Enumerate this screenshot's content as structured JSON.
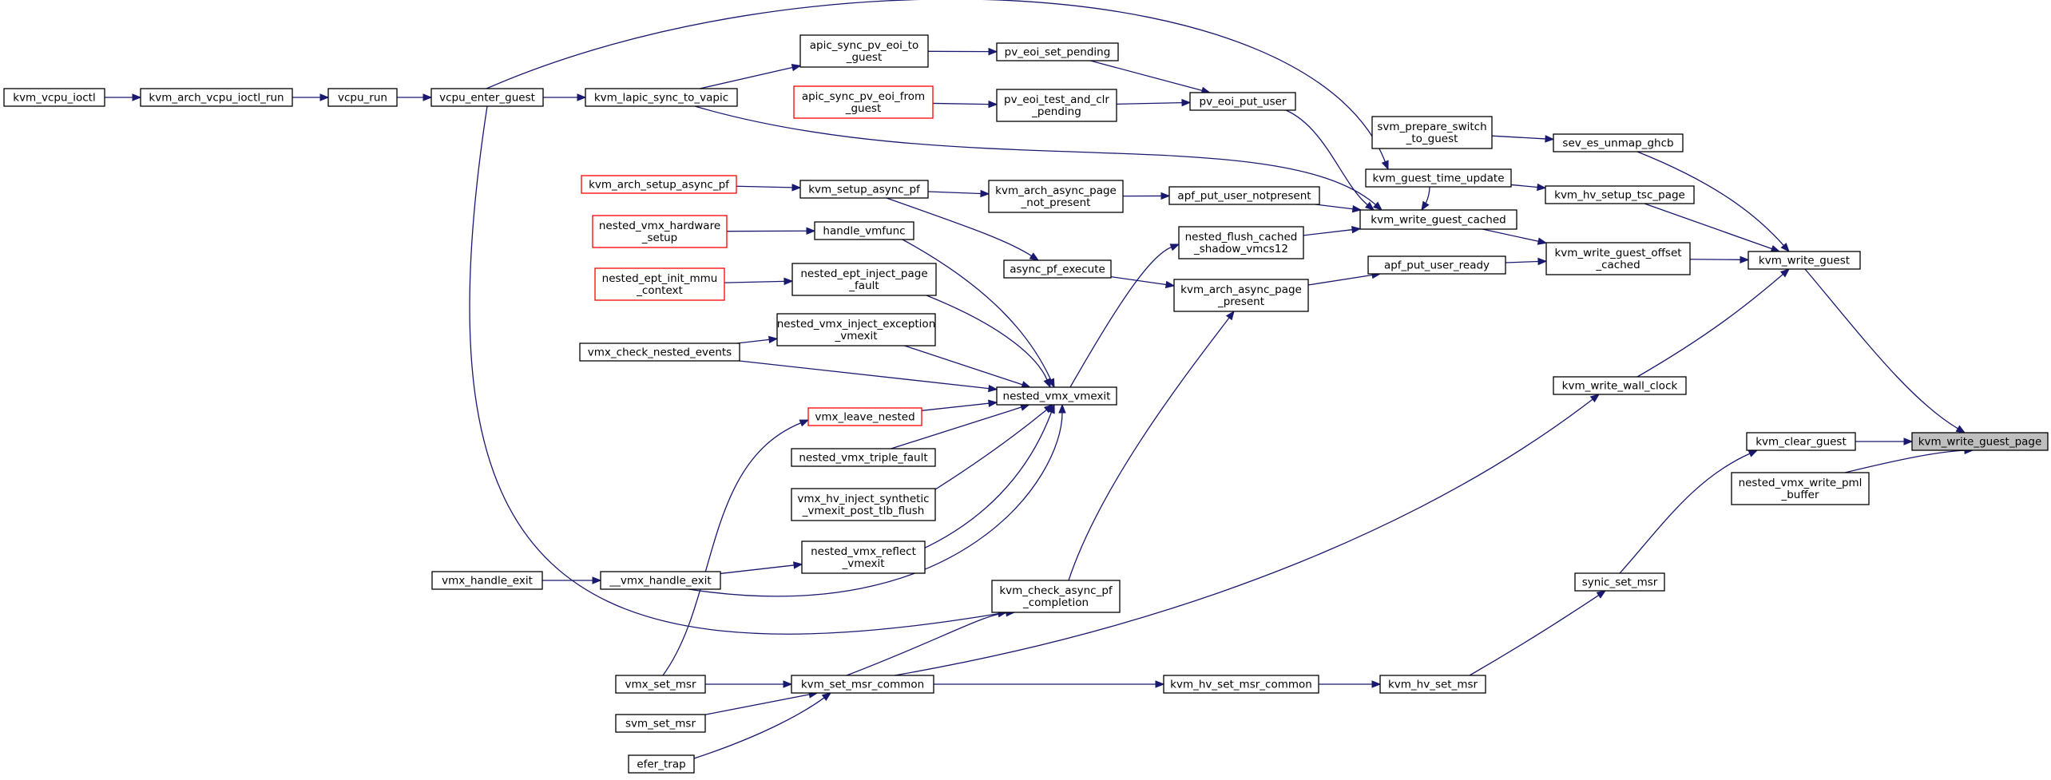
{
  "colors": {
    "edge": "#191970",
    "root_fill": "#bfbfbf",
    "border": "#000000",
    "red_border": "#ff0000"
  },
  "nodes": [
    {
      "id": "kvm_write_guest_page",
      "lines": [
        "kvm_write_guest_page"
      ],
      "root": true
    },
    {
      "id": "kvm_write_guest",
      "lines": [
        "kvm_write_guest"
      ]
    },
    {
      "id": "kvm_clear_guest",
      "lines": [
        "kvm_clear_guest"
      ]
    },
    {
      "id": "nested_vmx_write_pml_buffer",
      "lines": [
        "nested_vmx_write_pml",
        "_buffer"
      ]
    },
    {
      "id": "sev_es_unmap_ghcb",
      "lines": [
        "sev_es_unmap_ghcb"
      ]
    },
    {
      "id": "svm_prepare_switch_to_guest",
      "lines": [
        "svm_prepare_switch",
        "_to_guest"
      ]
    },
    {
      "id": "kvm_hv_setup_tsc_page",
      "lines": [
        "kvm_hv_setup_tsc_page"
      ]
    },
    {
      "id": "kvm_guest_time_update",
      "lines": [
        "kvm_guest_time_update"
      ]
    },
    {
      "id": "kvm_write_guest_offset_cached",
      "lines": [
        "kvm_write_guest_offset",
        "_cached"
      ]
    },
    {
      "id": "kvm_write_guest_cached",
      "lines": [
        "kvm_write_guest_cached"
      ]
    },
    {
      "id": "apf_put_user_ready",
      "lines": [
        "apf_put_user_ready"
      ]
    },
    {
      "id": "kvm_write_wall_clock",
      "lines": [
        "kvm_write_wall_clock"
      ]
    },
    {
      "id": "synic_set_msr",
      "lines": [
        "synic_set_msr"
      ]
    },
    {
      "id": "kvm_hv_set_msr",
      "lines": [
        "kvm_hv_set_msr"
      ]
    },
    {
      "id": "kvm_hv_set_msr_common",
      "lines": [
        "kvm_hv_set_msr_common"
      ]
    },
    {
      "id": "kvm_set_msr_common",
      "lines": [
        "kvm_set_msr_common"
      ]
    },
    {
      "id": "vmx_set_msr",
      "lines": [
        "vmx_set_msr"
      ]
    },
    {
      "id": "svm_set_msr",
      "lines": [
        "svm_set_msr"
      ]
    },
    {
      "id": "efer_trap",
      "lines": [
        "efer_trap"
      ]
    },
    {
      "id": "pv_eoi_put_user",
      "lines": [
        "pv_eoi_put_user"
      ]
    },
    {
      "id": "pv_eoi_set_pending",
      "lines": [
        "pv_eoi_set_pending"
      ]
    },
    {
      "id": "pv_eoi_test_and_clr_pending",
      "lines": [
        "pv_eoi_test_and_clr",
        "_pending"
      ]
    },
    {
      "id": "apic_sync_pv_eoi_to_guest",
      "lines": [
        "apic_sync_pv_eoi_to",
        "_guest"
      ]
    },
    {
      "id": "apic_sync_pv_eoi_from_guest",
      "lines": [
        "apic_sync_pv_eoi_from",
        "_guest"
      ],
      "red": true
    },
    {
      "id": "kvm_lapic_sync_to_vapic",
      "lines": [
        "kvm_lapic_sync_to_vapic"
      ]
    },
    {
      "id": "vcpu_enter_guest",
      "lines": [
        "vcpu_enter_guest"
      ]
    },
    {
      "id": "vcpu_run",
      "lines": [
        "vcpu_run"
      ]
    },
    {
      "id": "kvm_arch_vcpu_ioctl_run",
      "lines": [
        "kvm_arch_vcpu_ioctl_run"
      ]
    },
    {
      "id": "kvm_vcpu_ioctl",
      "lines": [
        "kvm_vcpu_ioctl"
      ]
    },
    {
      "id": "apf_put_user_notpresent",
      "lines": [
        "apf_put_user_notpresent"
      ]
    },
    {
      "id": "kvm_arch_async_page_not_present",
      "lines": [
        "kvm_arch_async_page",
        "_not_present"
      ]
    },
    {
      "id": "kvm_setup_async_pf",
      "lines": [
        "kvm_setup_async_pf"
      ]
    },
    {
      "id": "kvm_arch_setup_async_pf",
      "lines": [
        "kvm_arch_setup_async_pf"
      ],
      "red": true
    },
    {
      "id": "nested_flush_cached_shadow_vmcs12",
      "lines": [
        "nested_flush_cached",
        "_shadow_vmcs12"
      ]
    },
    {
      "id": "kvm_arch_async_page_present",
      "lines": [
        "kvm_arch_async_page",
        "_present"
      ]
    },
    {
      "id": "async_pf_execute",
      "lines": [
        "async_pf_execute"
      ]
    },
    {
      "id": "kvm_check_async_pf_completion",
      "lines": [
        "kvm_check_async_pf",
        "_completion"
      ]
    },
    {
      "id": "nested_vmx_vmexit",
      "lines": [
        "nested_vmx_vmexit"
      ]
    },
    {
      "id": "handle_vmfunc",
      "lines": [
        "handle_vmfunc"
      ]
    },
    {
      "id": "nested_vmx_hardware_setup",
      "lines": [
        "nested_vmx_hardware",
        "_setup"
      ],
      "red": true
    },
    {
      "id": "nested_ept_inject_page_fault",
      "lines": [
        "nested_ept_inject_page",
        "_fault"
      ]
    },
    {
      "id": "nested_ept_init_mmu_context",
      "lines": [
        "nested_ept_init_mmu",
        "_context"
      ],
      "red": true
    },
    {
      "id": "nested_vmx_inject_exception_vmexit",
      "lines": [
        "nested_vmx_inject_exception",
        "_vmexit"
      ]
    },
    {
      "id": "vmx_check_nested_events",
      "lines": [
        "vmx_check_nested_events"
      ]
    },
    {
      "id": "vmx_leave_nested",
      "lines": [
        "vmx_leave_nested"
      ],
      "red": true
    },
    {
      "id": "nested_vmx_triple_fault",
      "lines": [
        "nested_vmx_triple_fault"
      ]
    },
    {
      "id": "vmx_hv_inject_synthetic_vmexit_post_tlb_flush",
      "lines": [
        "vmx_hv_inject_synthetic",
        "_vmexit_post_tlb_flush"
      ]
    },
    {
      "id": "nested_vmx_reflect_vmexit",
      "lines": [
        "nested_vmx_reflect",
        "_vmexit"
      ]
    },
    {
      "id": "__vmx_handle_exit",
      "lines": [
        "__vmx_handle_exit"
      ]
    },
    {
      "id": "vmx_handle_exit",
      "lines": [
        "vmx_handle_exit"
      ]
    }
  ],
  "edges": [
    {
      "from": "kvm_write_guest",
      "to": "kvm_write_guest_page"
    },
    {
      "from": "kvm_clear_guest",
      "to": "kvm_write_guest_page"
    },
    {
      "from": "nested_vmx_write_pml_buffer",
      "to": "kvm_write_guest_page"
    },
    {
      "from": "sev_es_unmap_ghcb",
      "to": "kvm_write_guest"
    },
    {
      "from": "kvm_hv_setup_tsc_page",
      "to": "kvm_write_guest"
    },
    {
      "from": "kvm_write_guest_offset_cached",
      "to": "kvm_write_guest"
    },
    {
      "from": "kvm_write_wall_clock",
      "to": "kvm_write_guest"
    },
    {
      "from": "synic_set_msr",
      "to": "kvm_clear_guest"
    },
    {
      "from": "svm_prepare_switch_to_guest",
      "to": "sev_es_unmap_ghcb"
    },
    {
      "from": "kvm_guest_time_update",
      "to": "kvm_hv_setup_tsc_page"
    },
    {
      "from": "kvm_write_guest_cached",
      "to": "kvm_write_guest_offset_cached"
    },
    {
      "from": "apf_put_user_ready",
      "to": "kvm_write_guest_offset_cached"
    },
    {
      "from": "kvm_set_msr_common",
      "to": "kvm_write_wall_clock"
    },
    {
      "from": "kvm_hv_set_msr",
      "to": "synic_set_msr"
    },
    {
      "from": "kvm_hv_set_msr_common",
      "to": "kvm_hv_set_msr"
    },
    {
      "from": "kvm_set_msr_common",
      "to": "kvm_hv_set_msr_common"
    },
    {
      "from": "vmx_set_msr",
      "to": "kvm_set_msr_common"
    },
    {
      "from": "svm_set_msr",
      "to": "kvm_set_msr_common"
    },
    {
      "from": "efer_trap",
      "to": "kvm_set_msr_common"
    },
    {
      "from": "pv_eoi_put_user",
      "to": "kvm_write_guest_cached"
    },
    {
      "from": "kvm_lapic_sync_to_vapic",
      "to": "kvm_write_guest_cached"
    },
    {
      "from": "apf_put_user_notpresent",
      "to": "kvm_write_guest_cached"
    },
    {
      "from": "nested_flush_cached_shadow_vmcs12",
      "to": "kvm_write_guest_cached"
    },
    {
      "from": "kvm_guest_time_update",
      "to": "kvm_write_guest_cached"
    },
    {
      "from": "vcpu_enter_guest",
      "to": "kvm_guest_time_update"
    },
    {
      "from": "kvm_arch_async_page_present",
      "to": "apf_put_user_ready"
    },
    {
      "from": "pv_eoi_set_pending",
      "to": "pv_eoi_put_user"
    },
    {
      "from": "pv_eoi_test_and_clr_pending",
      "to": "pv_eoi_put_user"
    },
    {
      "from": "apic_sync_pv_eoi_to_guest",
      "to": "pv_eoi_set_pending"
    },
    {
      "from": "apic_sync_pv_eoi_from_guest",
      "to": "pv_eoi_test_and_clr_pending"
    },
    {
      "from": "kvm_lapic_sync_to_vapic",
      "to": "apic_sync_pv_eoi_to_guest"
    },
    {
      "from": "vcpu_enter_guest",
      "to": "kvm_lapic_sync_to_vapic"
    },
    {
      "from": "vcpu_run",
      "to": "vcpu_enter_guest"
    },
    {
      "from": "kvm_arch_vcpu_ioctl_run",
      "to": "vcpu_run"
    },
    {
      "from": "kvm_vcpu_ioctl",
      "to": "kvm_arch_vcpu_ioctl_run"
    },
    {
      "from": "kvm_arch_async_page_not_present",
      "to": "apf_put_user_notpresent"
    },
    {
      "from": "kvm_setup_async_pf",
      "to": "kvm_arch_async_page_not_present"
    },
    {
      "from": "kvm_arch_setup_async_pf",
      "to": "kvm_setup_async_pf"
    },
    {
      "from": "nested_vmx_vmexit",
      "to": "nested_flush_cached_shadow_vmcs12"
    },
    {
      "from": "async_pf_execute",
      "to": "kvm_arch_async_page_present"
    },
    {
      "from": "kvm_check_async_pf_completion",
      "to": "kvm_arch_async_page_present"
    },
    {
      "from": "kvm_setup_async_pf",
      "to": "async_pf_execute"
    },
    {
      "from": "vcpu_enter_guest",
      "to": "kvm_check_async_pf_completion"
    },
    {
      "from": "kvm_set_msr_common",
      "to": "kvm_check_async_pf_completion"
    },
    {
      "from": "handle_vmfunc",
      "to": "nested_vmx_vmexit"
    },
    {
      "from": "nested_ept_inject_page_fault",
      "to": "nested_vmx_vmexit"
    },
    {
      "from": "nested_vmx_inject_exception_vmexit",
      "to": "nested_vmx_vmexit"
    },
    {
      "from": "vmx_check_nested_events",
      "to": "nested_vmx_vmexit"
    },
    {
      "from": "vmx_leave_nested",
      "to": "nested_vmx_vmexit"
    },
    {
      "from": "nested_vmx_triple_fault",
      "to": "nested_vmx_vmexit"
    },
    {
      "from": "vmx_hv_inject_synthetic_vmexit_post_tlb_flush",
      "to": "nested_vmx_vmexit"
    },
    {
      "from": "nested_vmx_reflect_vmexit",
      "to": "nested_vmx_vmexit"
    },
    {
      "from": "__vmx_handle_exit",
      "to": "nested_vmx_vmexit"
    },
    {
      "from": "nested_vmx_hardware_setup",
      "to": "handle_vmfunc"
    },
    {
      "from": "nested_ept_init_mmu_context",
      "to": "nested_ept_inject_page_fault"
    },
    {
      "from": "vmx_check_nested_events",
      "to": "nested_vmx_inject_exception_vmexit"
    },
    {
      "from": "vmx_set_msr",
      "to": "vmx_leave_nested"
    },
    {
      "from": "__vmx_handle_exit",
      "to": "nested_vmx_reflect_vmexit"
    },
    {
      "from": "vmx_handle_exit",
      "to": "__vmx_handle_exit"
    }
  ]
}
